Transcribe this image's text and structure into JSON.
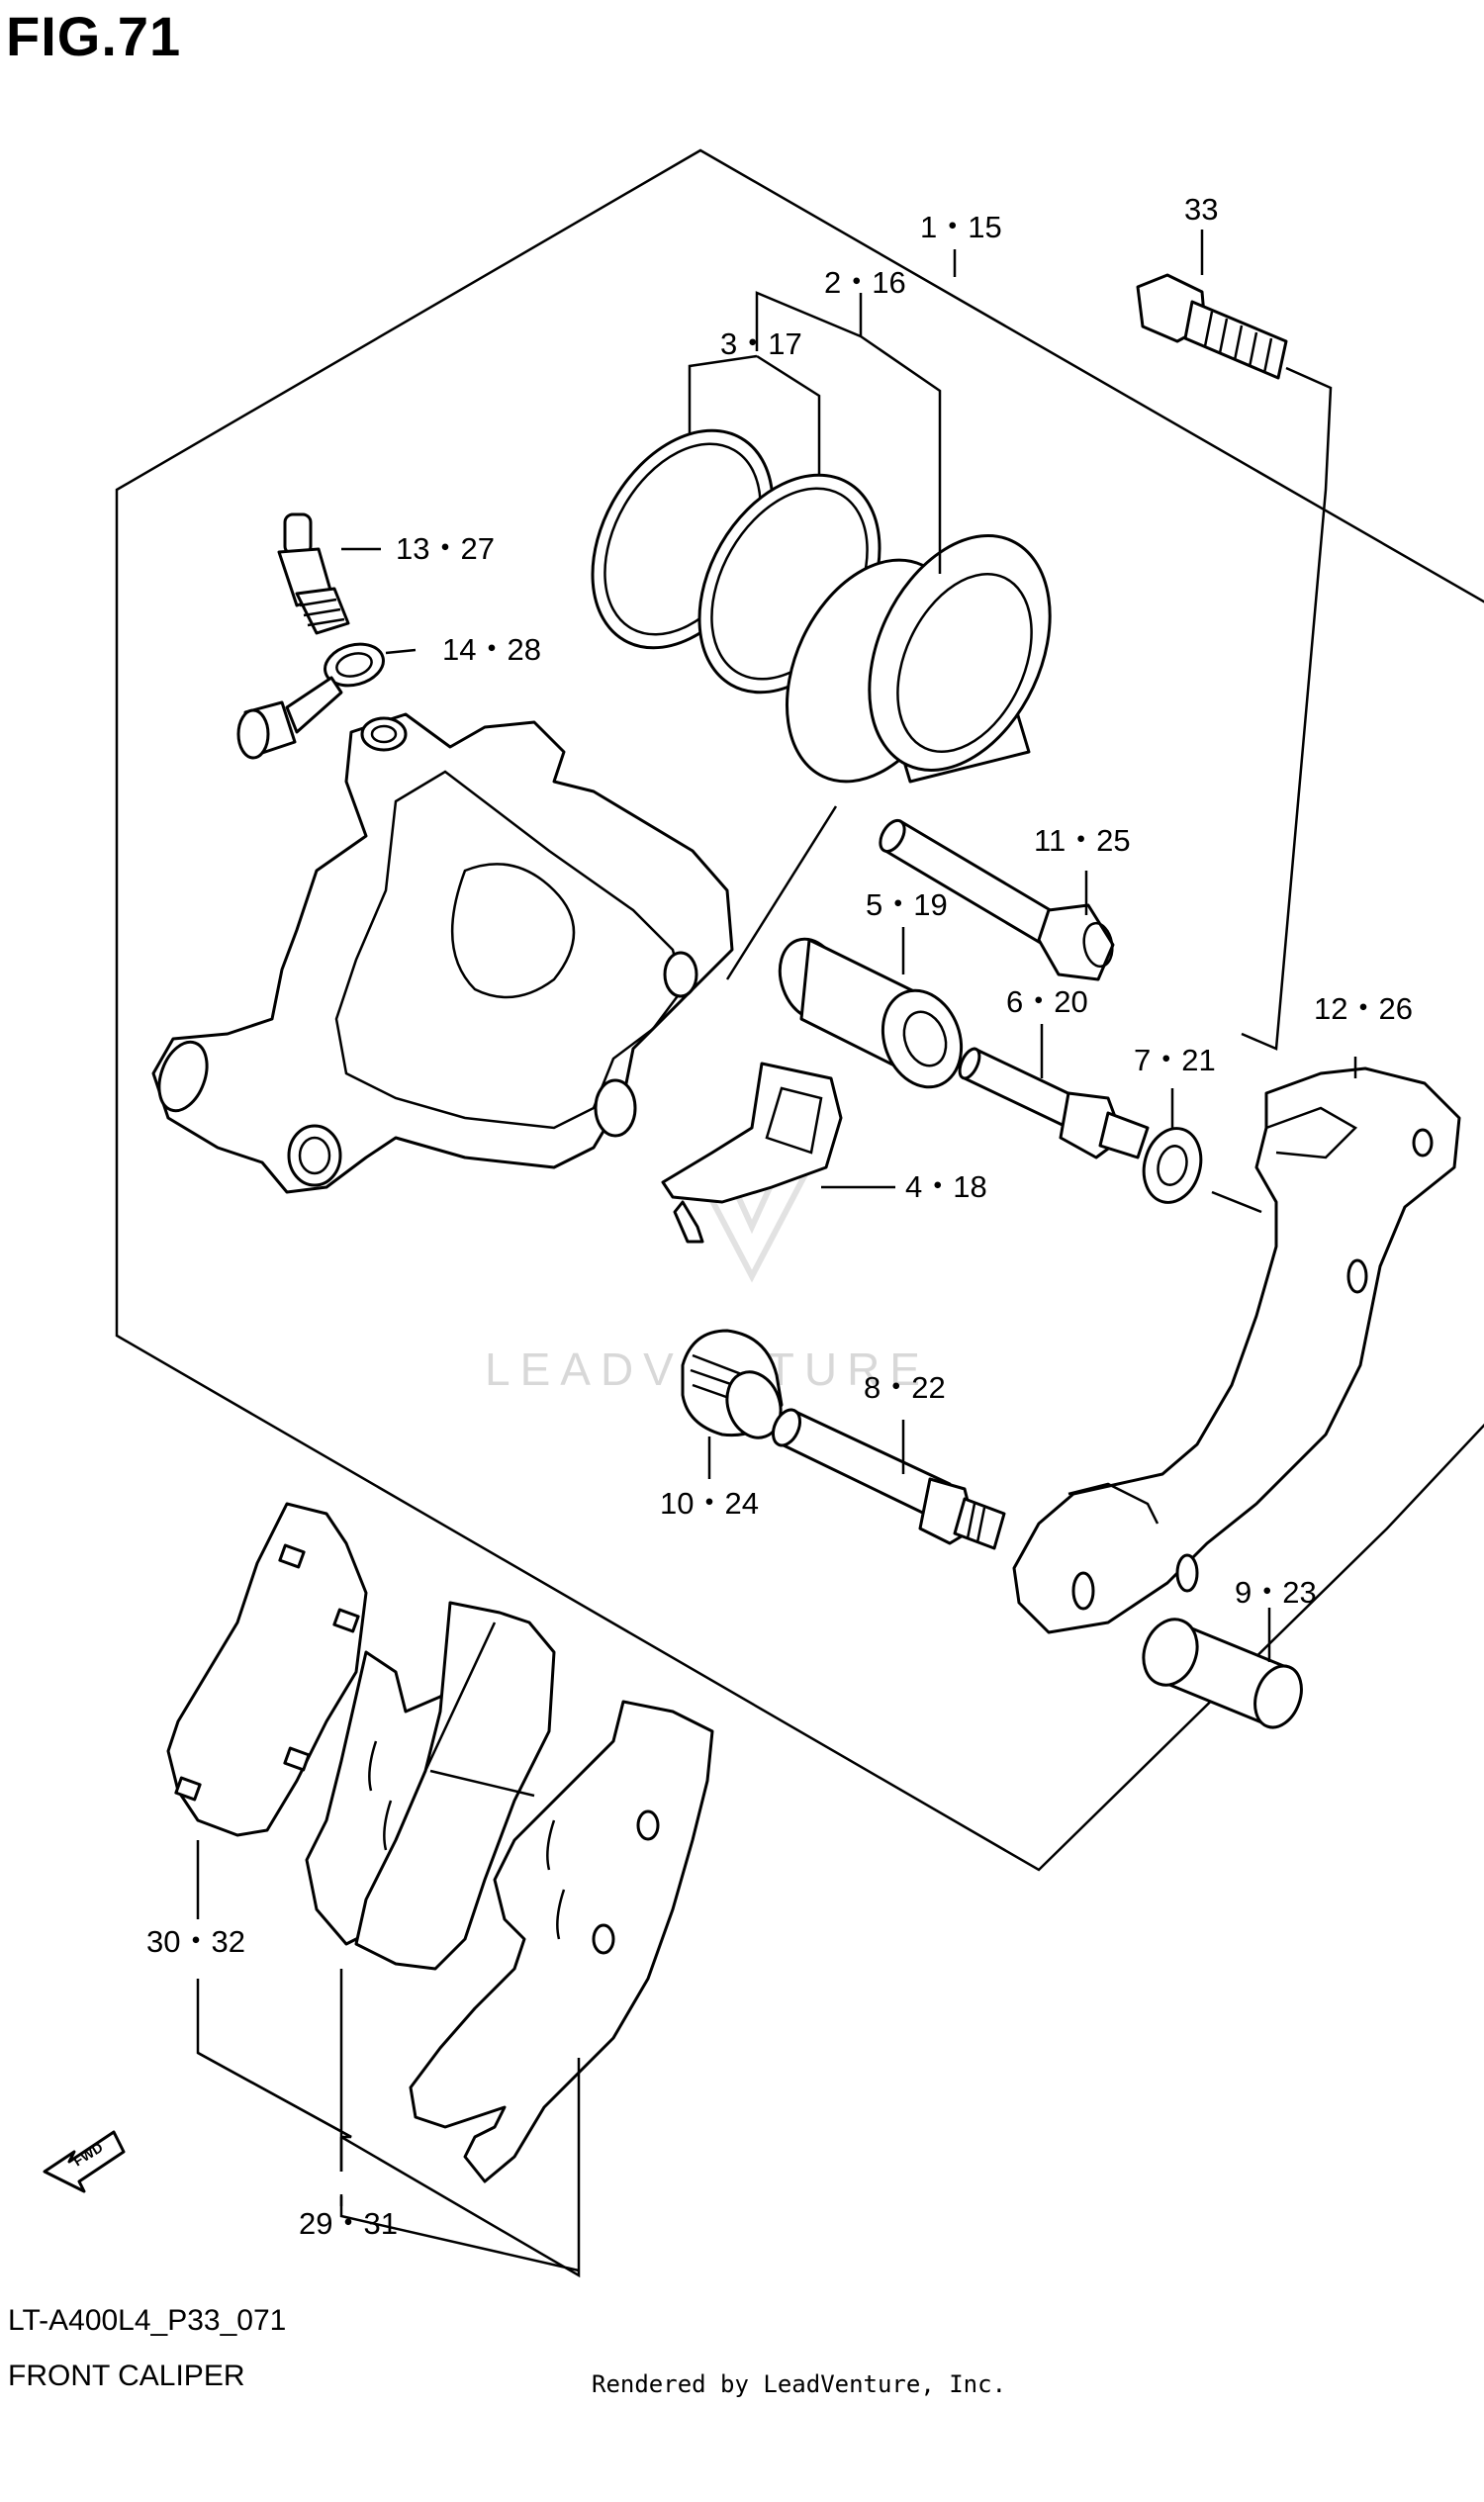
{
  "figure": {
    "title": "FIG.71",
    "model_code": "LT-A400L4_P33_071",
    "caption": "FRONT CALIPER",
    "credit": "Rendered by LeadVenture, Inc.",
    "watermark": "LEADVENTURE",
    "direction_marker": "FWD"
  },
  "callouts": [
    {
      "id": "1-15",
      "text": "1・15"
    },
    {
      "id": "2-16",
      "text": "2・16"
    },
    {
      "id": "3-17",
      "text": "3・17"
    },
    {
      "id": "33",
      "text": "33"
    },
    {
      "id": "13-27",
      "text": "13・27"
    },
    {
      "id": "14-28",
      "text": "14・28"
    },
    {
      "id": "11-25",
      "text": "11・25"
    },
    {
      "id": "5-19",
      "text": "5・19"
    },
    {
      "id": "6-20",
      "text": "6・20"
    },
    {
      "id": "12-26",
      "text": "12・26"
    },
    {
      "id": "7-21",
      "text": "7・21"
    },
    {
      "id": "4-18",
      "text": "4・18"
    },
    {
      "id": "8-22",
      "text": "8・22"
    },
    {
      "id": "10-24",
      "text": "10・24"
    },
    {
      "id": "9-23",
      "text": "9・23"
    },
    {
      "id": "30-32",
      "text": "30・32"
    },
    {
      "id": "29-31",
      "text": "29・31"
    }
  ]
}
